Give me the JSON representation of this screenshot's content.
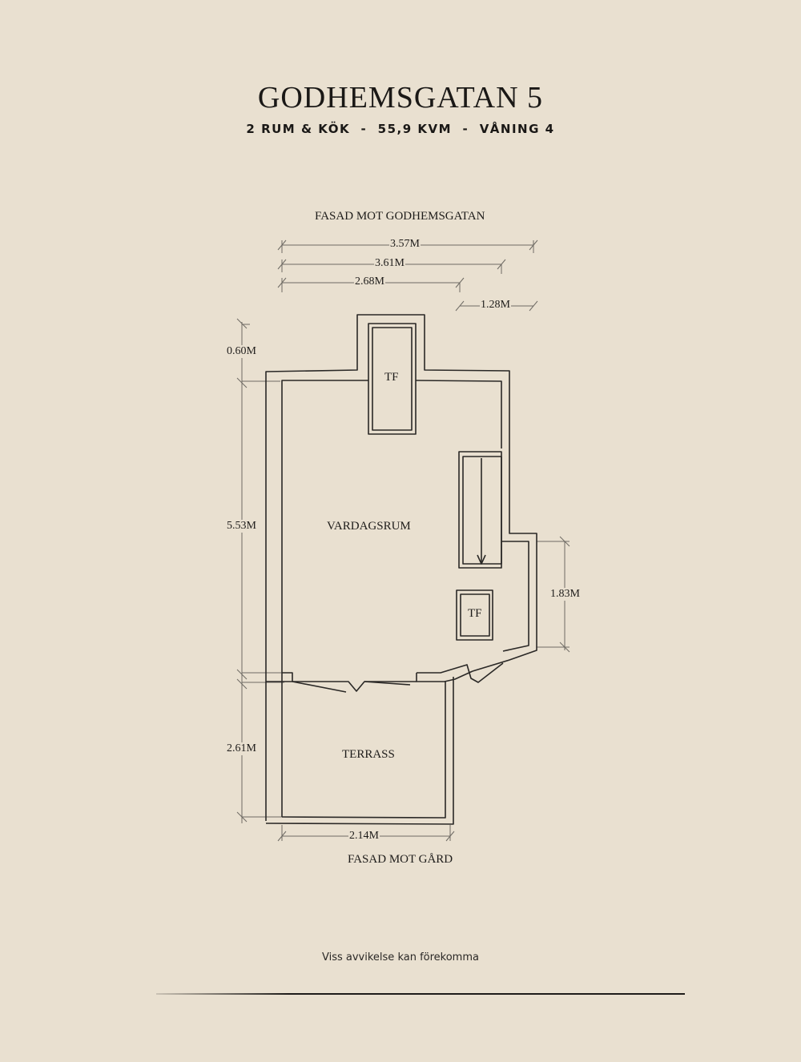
{
  "header": {
    "title": "GODHEMSGATAN 5",
    "subtitle": "2 RUM & KÖK  -  55,9 KVM  -  VÅNING 4"
  },
  "facades": {
    "top": "FASAD MOT GODHEMSGATAN",
    "bottom": "FASAD MOT GÅRD"
  },
  "rooms": {
    "living": "VARDAGSRUM",
    "terrace": "TERRASS",
    "tf_top": "TF",
    "tf_right": "TF"
  },
  "dimensions": {
    "top_total": "3.57M",
    "top_second": "3.61M",
    "top_third": "2.68M",
    "top_right": "1.28M",
    "left_top": "0.60M",
    "left_living": "5.53M",
    "left_terrace": "2.61M",
    "right_bay": "1.83M",
    "bottom_terrace": "2.14M"
  },
  "footer": {
    "note": "Viss avvikelse kan förekomma"
  },
  "colors": {
    "background": "#e9e0d0",
    "ink": "#2a2826",
    "dim_line": "#6e6a64"
  }
}
